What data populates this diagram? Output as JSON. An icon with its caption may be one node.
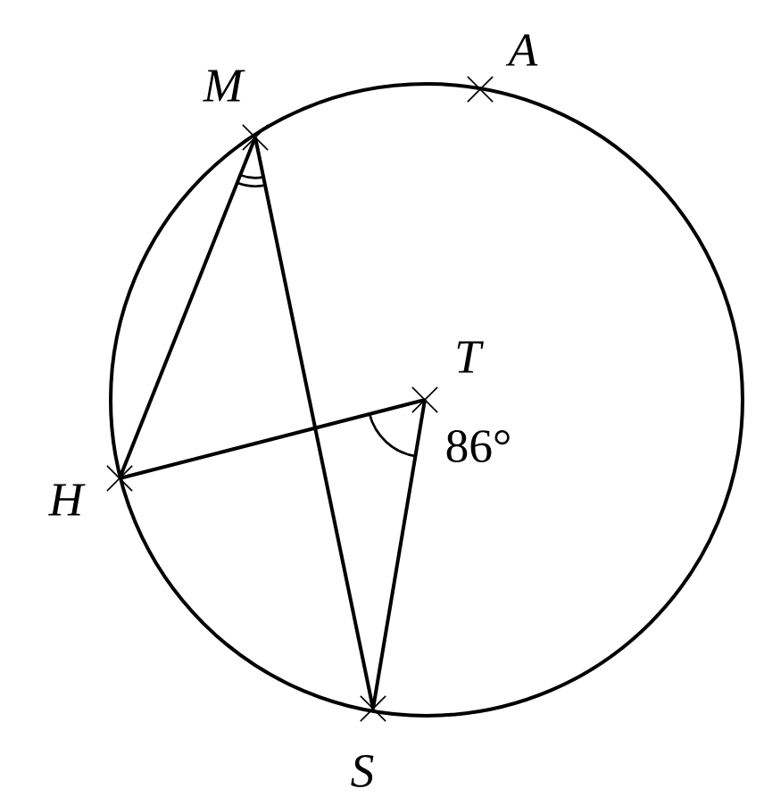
{
  "diagram": {
    "nodes": [
      {
        "text": [
          "M"
        ]
      },
      {
        "text": [
          "A"
        ]
      },
      {
        "text": [
          "H"
        ]
      },
      {
        "text": [
          "S"
        ]
      },
      {
        "text": [
          "T"
        ]
      }
    ],
    "edges": [
      {
        "from": 0,
        "to": 2,
        "arrow": "none"
      },
      {
        "from": 0,
        "to": 3,
        "arrow": "none"
      },
      {
        "from": 2,
        "to": 4,
        "arrow": "none"
      },
      {
        "from": 4,
        "to": 3,
        "arrow": "none"
      }
    ],
    "labels": [
      "86°"
    ]
  }
}
